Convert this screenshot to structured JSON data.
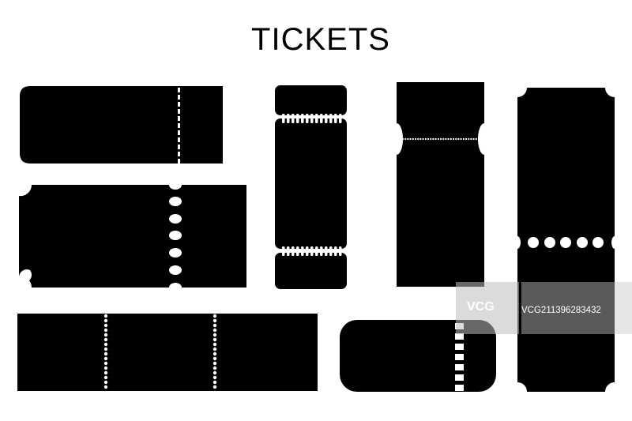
{
  "heading": "TICKETS",
  "watermark": {
    "logo_text": "VCG",
    "code": "VCG211396283432"
  },
  "colors": {
    "ticket_fill": "#000000",
    "background": "#ffffff",
    "perforation": "#ffffff"
  }
}
